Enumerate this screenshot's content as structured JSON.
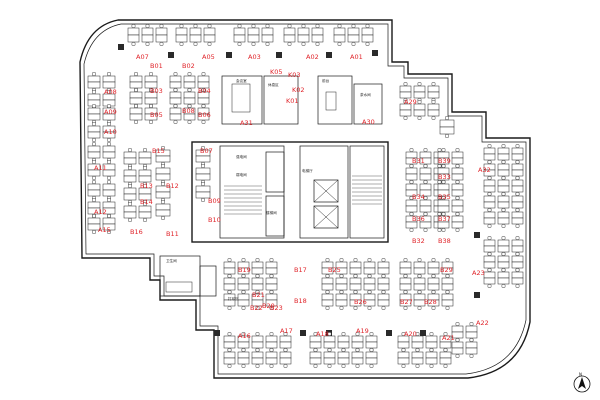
{
  "colors": {
    "label": "#e0242a",
    "line": "#1a1a1a"
  },
  "zones": [
    {
      "id": "A01",
      "label": "A01"
    },
    {
      "id": "A02",
      "label": "A02"
    },
    {
      "id": "A03",
      "label": "A03"
    },
    {
      "id": "A05",
      "label": "A05"
    },
    {
      "id": "A07",
      "label": "A07"
    },
    {
      "id": "A08",
      "label": "A08"
    },
    {
      "id": "A09",
      "label": "A09"
    },
    {
      "id": "A10",
      "label": "A10"
    },
    {
      "id": "A11",
      "label": "A11"
    },
    {
      "id": "A12",
      "label": "A12"
    },
    {
      "id": "A15",
      "label": "A15"
    },
    {
      "id": "A16",
      "label": "A16"
    },
    {
      "id": "A17",
      "label": "A17"
    },
    {
      "id": "A18",
      "label": "A18"
    },
    {
      "id": "A19",
      "label": "A19"
    },
    {
      "id": "A20",
      "label": "A20"
    },
    {
      "id": "A21",
      "label": "A21"
    },
    {
      "id": "A22",
      "label": "A22"
    },
    {
      "id": "A23",
      "label": "A23"
    },
    {
      "id": "A29",
      "label": "A29"
    },
    {
      "id": "A30",
      "label": "A30"
    },
    {
      "id": "A31",
      "label": "A31"
    },
    {
      "id": "A32",
      "label": "A32"
    },
    {
      "id": "B01",
      "label": "B01"
    },
    {
      "id": "B02",
      "label": "B02"
    },
    {
      "id": "B03",
      "label": "B03"
    },
    {
      "id": "B04",
      "label": "B04"
    },
    {
      "id": "B05",
      "label": "B05"
    },
    {
      "id": "B06",
      "label": "B06"
    },
    {
      "id": "B07",
      "label": "B07"
    },
    {
      "id": "B08",
      "label": "B08"
    },
    {
      "id": "B09",
      "label": "B09"
    },
    {
      "id": "B10",
      "label": "B10"
    },
    {
      "id": "B11",
      "label": "B11"
    },
    {
      "id": "B12",
      "label": "B12"
    },
    {
      "id": "B13",
      "label": "B13"
    },
    {
      "id": "B14",
      "label": "B14"
    },
    {
      "id": "B15",
      "label": "B15"
    },
    {
      "id": "B16",
      "label": "B16"
    },
    {
      "id": "B17",
      "label": "B17"
    },
    {
      "id": "B18",
      "label": "B18"
    },
    {
      "id": "B19",
      "label": "B19"
    },
    {
      "id": "B20",
      "label": "B20"
    },
    {
      "id": "B21",
      "label": "B21"
    },
    {
      "id": "B22",
      "label": "B22"
    },
    {
      "id": "B23",
      "label": "B23"
    },
    {
      "id": "B25",
      "label": "B25"
    },
    {
      "id": "B26",
      "label": "B26"
    },
    {
      "id": "B27",
      "label": "B27"
    },
    {
      "id": "B28",
      "label": "B28"
    },
    {
      "id": "B29",
      "label": "B29"
    },
    {
      "id": "B31",
      "label": "B31"
    },
    {
      "id": "B32",
      "label": "B32"
    },
    {
      "id": "B33",
      "label": "B33"
    },
    {
      "id": "B34",
      "label": "B34"
    },
    {
      "id": "B35",
      "label": "B35"
    },
    {
      "id": "B36",
      "label": "B36"
    },
    {
      "id": "B37",
      "label": "B37"
    },
    {
      "id": "B38",
      "label": "B38"
    },
    {
      "id": "B39",
      "label": "B39"
    },
    {
      "id": "K01",
      "label": "K01"
    },
    {
      "id": "K02",
      "label": "K02"
    },
    {
      "id": "K03",
      "label": "K03"
    },
    {
      "id": "K05",
      "label": "K05"
    }
  ],
  "room_texts": {
    "r1": "会议室",
    "r2": "休息区",
    "r3": "强电间",
    "r4": "弱电间",
    "r5": "电梯厅",
    "r6": "前台",
    "r7": "茶水间",
    "r8": "卫生间",
    "r9": "楼梯间",
    "r10": "打印区"
  },
  "compass": "N"
}
